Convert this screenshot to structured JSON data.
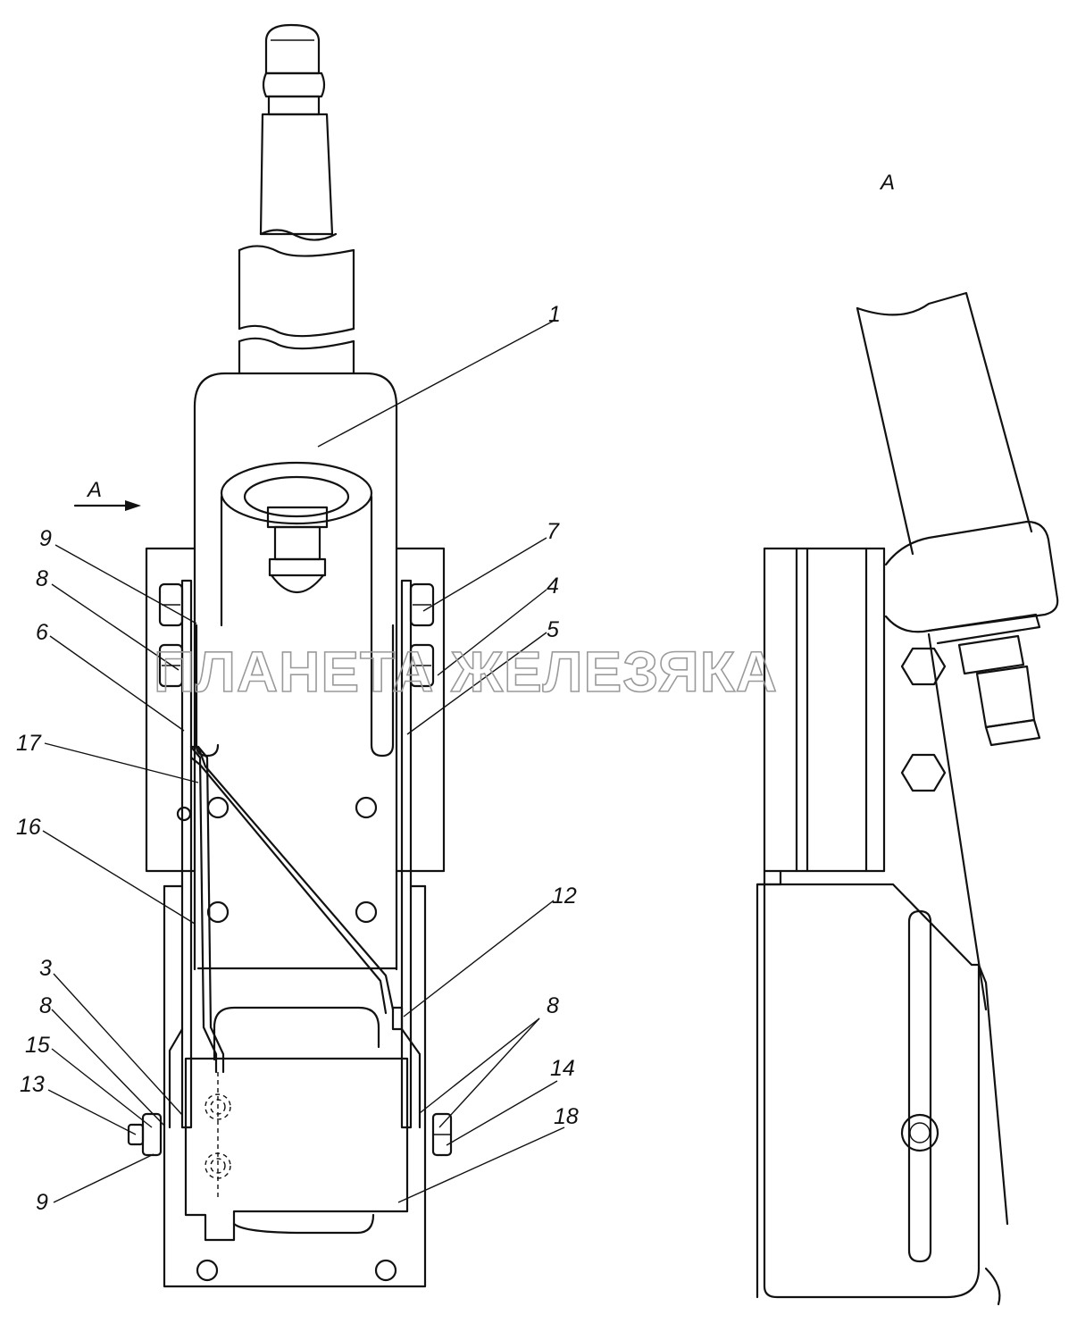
{
  "callouts": {
    "c1": "1",
    "c3": "3",
    "c4": "4",
    "c5": "5",
    "c6": "6",
    "c7": "7",
    "c8a": "8",
    "c8b": "8",
    "c8c": "8",
    "c9a": "9",
    "c9b": "9",
    "c12": "12",
    "c13": "13",
    "c14": "14",
    "c15": "15",
    "c16": "16",
    "c17": "17",
    "c18": "18"
  },
  "view_marker": "A",
  "view_title": "A",
  "watermark": "ПЛАНЕТА ЖЕЛЕЗЯКА"
}
